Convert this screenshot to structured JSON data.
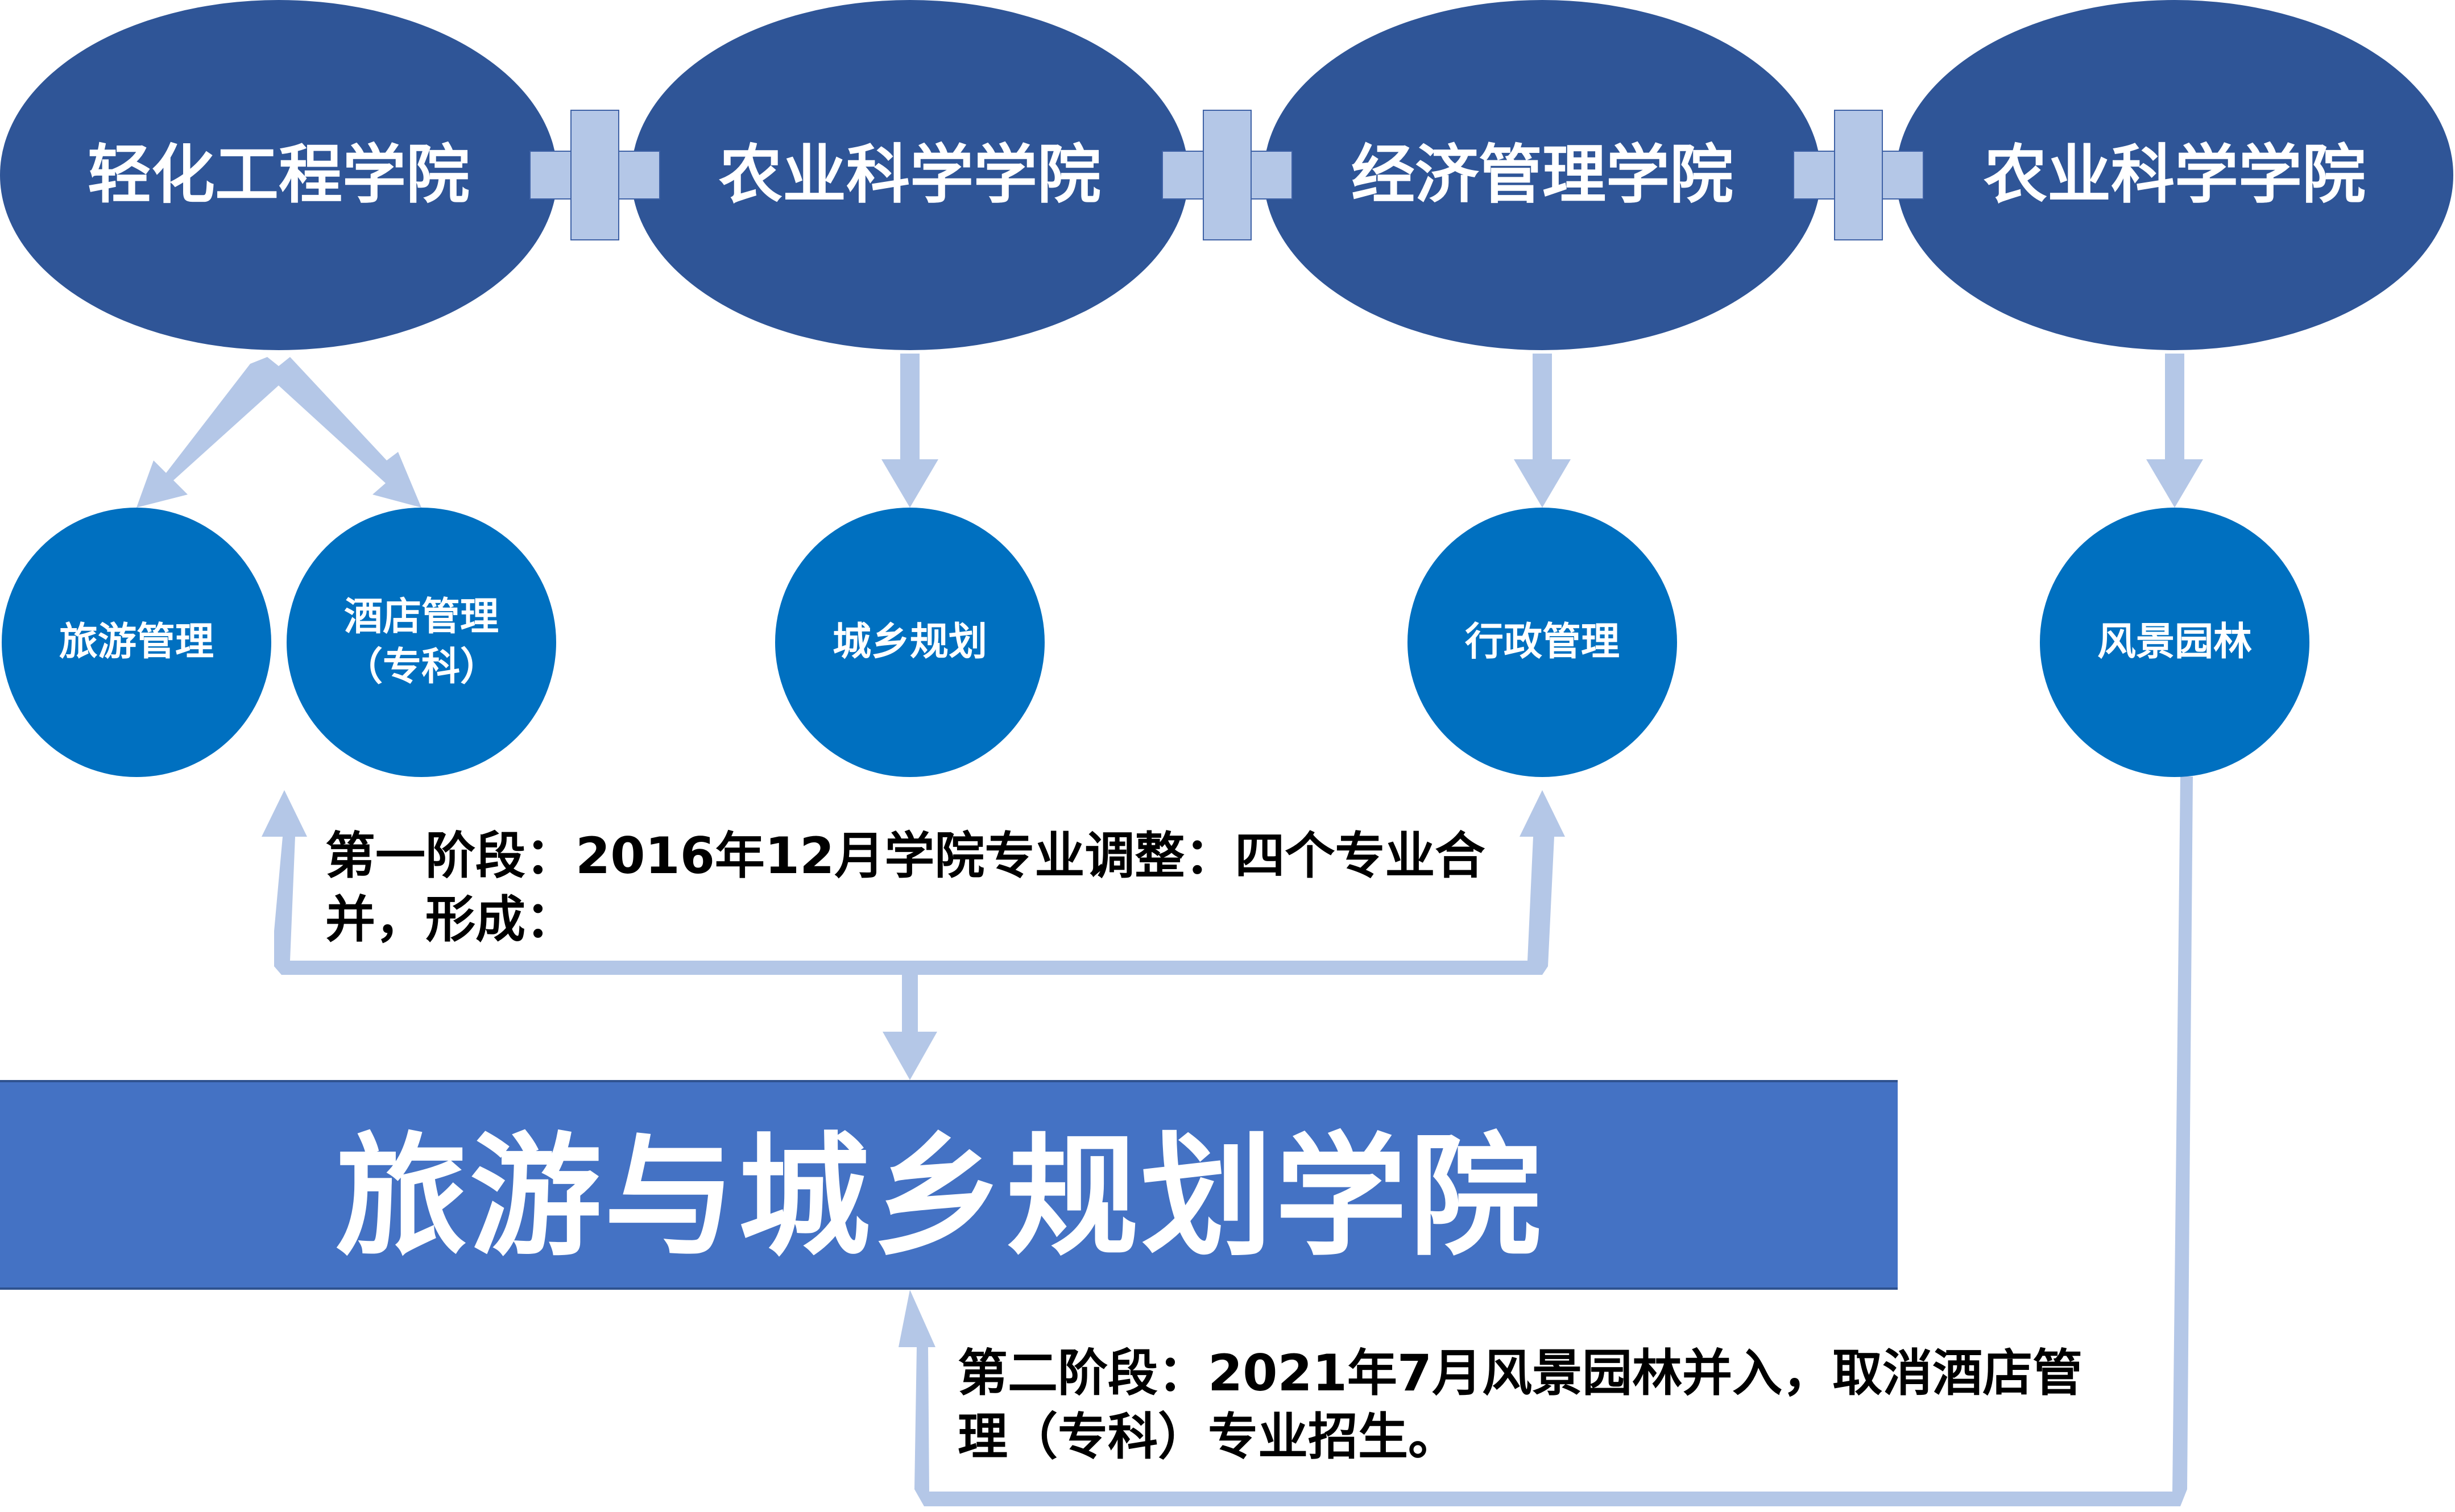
{
  "colleges": [
    {
      "label": "轻化工程学院"
    },
    {
      "label": "农业科学学院"
    },
    {
      "label": "经济管理学院"
    },
    {
      "label": "农业科学学院"
    }
  ],
  "majors": [
    {
      "label": "旅游管理"
    },
    {
      "label": "酒店管理（专科）"
    },
    {
      "label": "城乡规划"
    },
    {
      "label": "行政管理"
    },
    {
      "label": "风景园林"
    }
  ],
  "phase1": {
    "text": "第一阶段：2016年12月学院专业调整：四个专业合并，形成："
  },
  "result": {
    "title": "旅游与城乡规划学院"
  },
  "phase2": {
    "text": "第二阶段：2021年7月风景园林并入，取消酒店管理（专科）专业招生。"
  },
  "colors": {
    "college_fill": "#2F5597",
    "major_fill": "#0070C0",
    "connector": "#B4C7E7",
    "result_fill": "#4472C4",
    "text_light": "#FFFFFF",
    "text_dark": "#000000"
  }
}
